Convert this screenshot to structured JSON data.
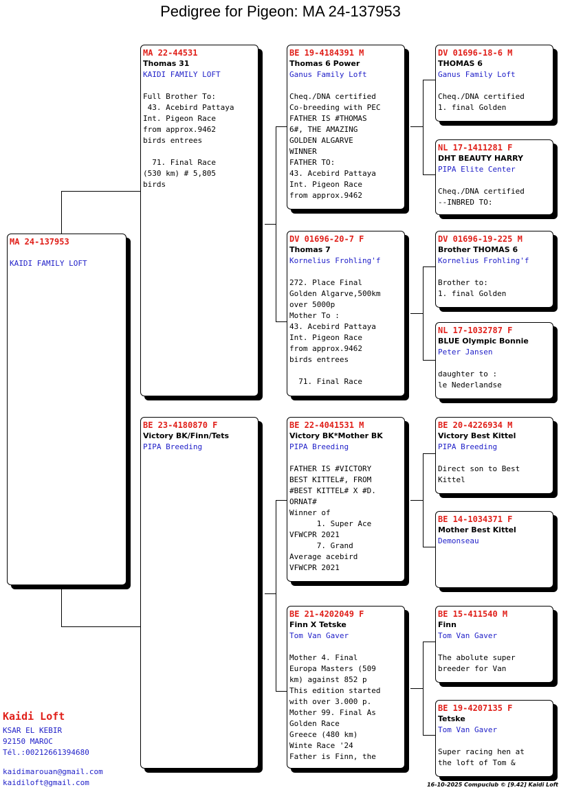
{
  "title": "Pedigree for Pigeon: MA  24-137953",
  "subject": {
    "ring": "MA  24-137953",
    "name": "",
    "breeder": "KAIDI FAMILY LOFT",
    "notes": ""
  },
  "sire": {
    "ring": "MA  22-44531",
    "name": "Thomas 31",
    "breeder": "KAIDI FAMILY LOFT",
    "notes": "Full Brother To:\n 43. Acebird Pattaya\nInt. Pigeon Race\nfrom approx.9462\nbirds entrees\n\n  71. Final Race\n(530 km) # 5,805\nbirds"
  },
  "dam": {
    "ring": "BE  23-4180870 F",
    "name": "Victory BK/Finn/Tets",
    "breeder": "PIPA Breeding",
    "notes": ""
  },
  "ss": {
    "ring": "BE  19-4184391 M",
    "name": "Thomas 6 Power",
    "breeder": "Ganus Family Loft",
    "notes": "Cheq./DNA certified\nCo-breeding with PEC\nFATHER IS #THOMAS\n6#, THE AMAZING\nGOLDEN ALGARVE\nWINNER\nFATHER TO:\n43. Acebird Pattaya\nInt. Pigeon Race\nfrom approx.9462"
  },
  "sd": {
    "ring": "DV  01696-20-7 F",
    "name": "Thomas 7",
    "breeder": "Kornelius Frohling'f",
    "notes": "272. Place Final\nGolden Algarve,500km\nover 5000p\nMother To :\n43. Acebird Pattaya\nInt. Pigeon Race\nfrom approx.9462\nbirds entrees\n\n  71. Final Race"
  },
  "ds": {
    "ring": "BE  22-4041531 M",
    "name": "Victory BK*Mother BK",
    "breeder": "PIPA Breeding",
    "notes": "FATHER IS #VICTORY\nBEST KITTEL#, FROM\n#BEST KITTEL# X #D.\nORNAT#\nWinner of\n      1. Super Ace\nVFWCPR 2021\n      7. Grand\nAverage acebird\nVFWCPR 2021"
  },
  "dd": {
    "ring": "BE  21-4202049 F",
    "name": "Finn X Tetske",
    "breeder": "Tom Van Gaver",
    "notes": "Mother 4. Final\nEuropa Masters (509\nkm) against 852 p\nThis edition started\nwith over 3.000 p.\nMother 99. Final As\nGolden Race\nGreece (480 km)\nWinte Race '24\nFather is Finn, the"
  },
  "sss": {
    "ring": "DV  01696-18-6 M",
    "name": "THOMAS 6",
    "breeder": "Ganus Family Loft",
    "notes": "Cheq./DNA certified\n1. final Golden"
  },
  "ssd": {
    "ring": "NL  17-1411281 F",
    "name": "DHT BEAUTY HARRY",
    "breeder": "PIPA Elite Center",
    "notes": "Cheq./DNA certified\n--INBRED TO:"
  },
  "sds": {
    "ring": "DV  01696-19-225 M",
    "name": "Brother THOMAS 6",
    "breeder": "Kornelius Frohling'f",
    "notes": "Brother to:\n1. final Golden"
  },
  "sdd": {
    "ring": "NL  17-1032787 F",
    "name": "BLUE Olympic Bonnie",
    "breeder": "Peter Jansen",
    "notes": "daughter to :\nle Nederlandse"
  },
  "dss": {
    "ring": "BE  20-4226934 M",
    "name": "Victory Best Kittel",
    "breeder": "PIPA Breeding",
    "notes": "Direct son to Best\nKittel"
  },
  "dsd": {
    "ring": "BE  14-1034371 F",
    "name": "Mother Best Kittel",
    "breeder": "Demonseau",
    "notes": ""
  },
  "dds": {
    "ring": "BE  15-411540 M",
    "name": "Finn",
    "breeder": "Tom Van Gaver",
    "notes": "The abolute super\nbreeder for Van"
  },
  "ddd": {
    "ring": "BE  19-4207135 F",
    "name": "Tetske",
    "breeder": "Tom Van Gaver",
    "notes": "Super racing hen at\nthe loft of Tom &"
  },
  "loft": {
    "name": "Kaidi Loft",
    "line1": "KSAR EL KEBIR",
    "line2": "92150  MAROC",
    "phone": "Tél.:00212661394680",
    "email1": "kaidimarouan@gmail.com",
    "email2": "kaidiloft@gmail.com"
  },
  "stamp": "16-10-2025   Compuclub © [9.42]  Kaidi Loft"
}
